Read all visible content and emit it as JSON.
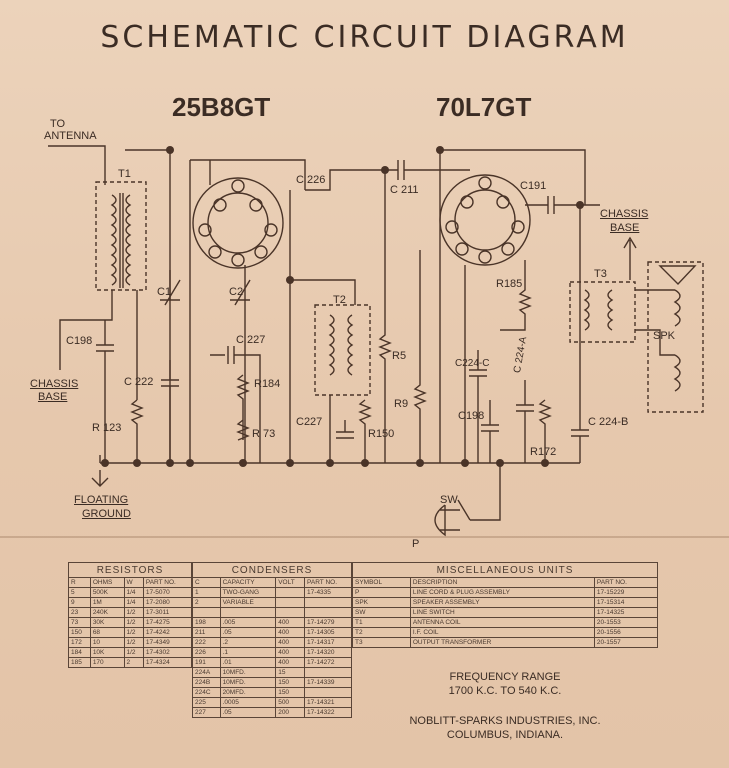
{
  "title": "SCHEMATIC CIRCUIT DIAGRAM",
  "tubes": {
    "left": "25B8GT",
    "right": "70L7GT"
  },
  "labels": {
    "to_antenna": "TO",
    "to_antenna2": "ANTENNA",
    "t1": "T1",
    "c198": "C198",
    "chassis_base_left_1": "CHASSIS",
    "chassis_base_left_2": "BASE",
    "c222": "C 222",
    "r123": "R 123",
    "c1": "C1",
    "c2": "C2",
    "c226": "C 226",
    "c227_top": "C 227",
    "r184": "R184",
    "r173": "R 73",
    "t2": "T2",
    "c227_bottom": "C227",
    "r150": "R150",
    "r5": "R5",
    "r9": "R9",
    "c211": "C 211",
    "c191": "C191",
    "chassis_base_right_1": "CHASSIS",
    "chassis_base_right_2": "BASE",
    "t3": "T3",
    "r185": "R185",
    "c224c": "C224-C",
    "c224a": "C 224-A",
    "c198b": "C198",
    "r172": "R172",
    "c224b": "C 224-B",
    "spk": "SPK",
    "sw": "SW",
    "p": "P",
    "floating_1": "FLOATING",
    "floating_2": "GROUND"
  },
  "tables": {
    "resistors": {
      "title": "RESISTORS",
      "headers": [
        "R",
        "OHMS",
        "W",
        "PART NO."
      ],
      "rows": [
        [
          "5",
          "500K",
          "1/4",
          "17-5070"
        ],
        [
          "9",
          "1M",
          "1/4",
          "17-2080"
        ],
        [
          "23",
          "240K",
          "1/2",
          "17-3011"
        ],
        [
          "73",
          "30K",
          "1/2",
          "17-4275"
        ],
        [
          "150",
          "68",
          "1/2",
          "17-4242"
        ],
        [
          "172",
          "10",
          "1/2",
          "17-4349"
        ],
        [
          "184",
          "10K",
          "1/2",
          "17-4302"
        ],
        [
          "185",
          "170",
          "2",
          "17-4324"
        ]
      ]
    },
    "condensers": {
      "title": "CONDENSERS",
      "headers": [
        "C",
        "CAPACITY",
        "VOLT",
        "PART NO."
      ],
      "rows": [
        [
          "1",
          "TWO-GANG",
          "",
          "17-4335"
        ],
        [
          "2",
          "VARIABLE",
          "",
          ""
        ],
        [
          "",
          "",
          "",
          ""
        ],
        [
          "198",
          ".005",
          "400",
          "17-14279"
        ],
        [
          "211",
          ".05",
          "400",
          "17-14305"
        ],
        [
          "222",
          ".2",
          "400",
          "17-14317"
        ],
        [
          "226",
          ".1",
          "400",
          "17-14320"
        ],
        [
          "191",
          ".01",
          "400",
          "17-14272"
        ],
        [
          "224A",
          "10MFD.",
          "15",
          ""
        ],
        [
          "224B",
          "10MFD.",
          "150",
          "17-14339"
        ],
        [
          "224C",
          "20MFD.",
          "150",
          ""
        ],
        [
          "225",
          ".0005",
          "500",
          "17-14321"
        ],
        [
          "227",
          ".05",
          "200",
          "17-14322"
        ]
      ]
    },
    "misc": {
      "title": "MISCELLANEOUS UNITS",
      "headers": [
        "SYMBOL",
        "DESCRIPTION",
        "PART NO."
      ],
      "rows": [
        [
          "P",
          "LINE CORD & PLUG ASSEMBLY",
          "17-15229"
        ],
        [
          "SPK",
          "SPEAKER ASSEMBLY",
          "17-15314"
        ],
        [
          "SW",
          "LINE SWITCH",
          "17-14325"
        ],
        [
          "T1",
          "ANTENNA COIL",
          "20-1553"
        ],
        [
          "T2",
          "I.F. COIL",
          "20-1556"
        ],
        [
          "T3",
          "OUTPUT TRANSFORMER",
          "20-1557"
        ]
      ]
    }
  },
  "info": {
    "freq_1": "FREQUENCY RANGE",
    "freq_2": "1700 K.C. TO 540 K.C.",
    "maker_1": "NOBLITT-SPARKS INDUSTRIES, INC.",
    "maker_2": "COLUMBUS, INDIANA."
  }
}
